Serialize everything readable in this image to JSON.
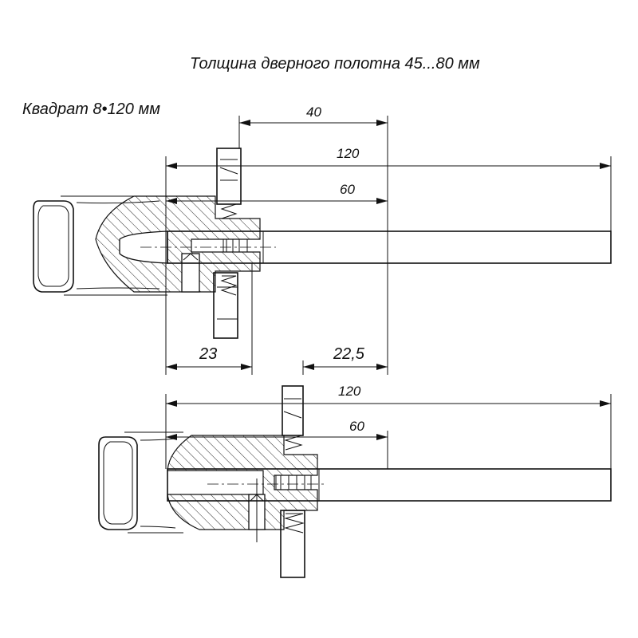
{
  "header": {
    "door_thickness": "Толщина дверного полотна 45...80 мм",
    "spindle": "Квадрат 8•120 мм"
  },
  "top_view": {
    "dim_40": "40",
    "dim_120": "120",
    "dim_60": "60",
    "dim_23": "23",
    "dim_22_5": "22,5"
  },
  "bottom_view": {
    "dim_120": "120",
    "dim_60": "60"
  }
}
